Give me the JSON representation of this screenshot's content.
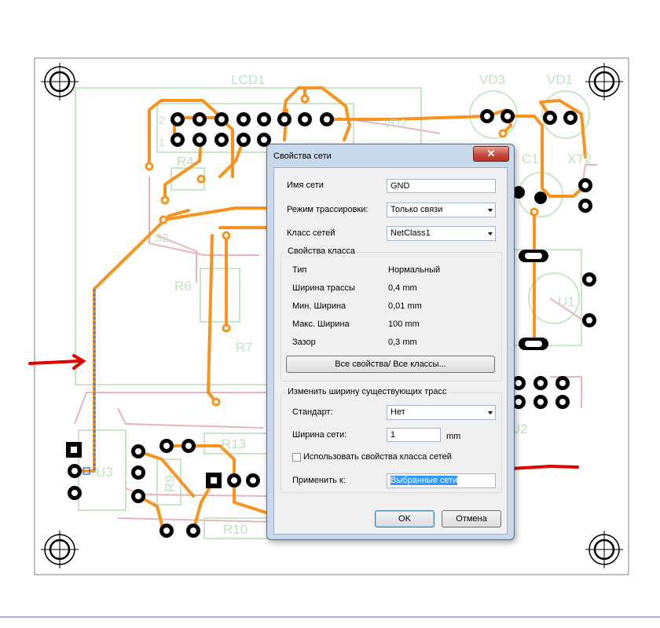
{
  "pcb": {
    "labels": {
      "lcd1": "LCD1",
      "vd3": "VD3",
      "vd1": "VD1",
      "r4": "R4",
      "r6": "R6",
      "r7": "R7",
      "c1": "C1",
      "xt2": "XT2",
      "u1": "U1",
      "u2": "U2",
      "u3": "U3",
      "r9": "R9",
      "r10": "R10",
      "r13": "R13",
      "pin1": "1",
      "pin2": "2",
      "s2": "S2",
      "vd2": "VD2"
    },
    "colors": {
      "trace": "#f7931e",
      "silk": "#c6e8c6",
      "pad": "#000000",
      "outline": "#808080",
      "annotation_arrow": "#e00000",
      "selected_trace": "#3a7fd8"
    }
  },
  "dialog": {
    "title": "Свойства сети",
    "close_icon": "close-icon",
    "net_name_label": "Имя сети",
    "net_name_value": "GND",
    "routing_mode_label": "Режим трассировки:",
    "routing_mode_value": "Только связи",
    "net_class_label": "Класс сетей",
    "net_class_value": "NetClass1",
    "class_props": {
      "title": "Свойства класса",
      "rows": [
        {
          "label": "Тип",
          "value": "Нормальный"
        },
        {
          "label": "Ширина трассы",
          "value": "0,4 mm"
        },
        {
          "label": "Мин. Ширина",
          "value": "0,01 mm"
        },
        {
          "label": "Макс. Ширина",
          "value": "100 mm"
        },
        {
          "label": "Зазор",
          "value": "0,3 mm"
        }
      ],
      "all_button": "Все свойства/ Все классы..."
    },
    "change_width": {
      "title": "Изменить ширину существующих трасс",
      "standard_label": "Стандарт:",
      "standard_value": "Нет",
      "net_width_label": "Ширина сети:",
      "net_width_value": "1",
      "net_width_unit": "mm",
      "use_class_label": "Использовать свойства класса сетей",
      "use_class_checked": false,
      "apply_label": "Применить к:",
      "apply_value": "Выбранные сети"
    },
    "ok_button": "OK",
    "cancel_button": "Отмена"
  }
}
